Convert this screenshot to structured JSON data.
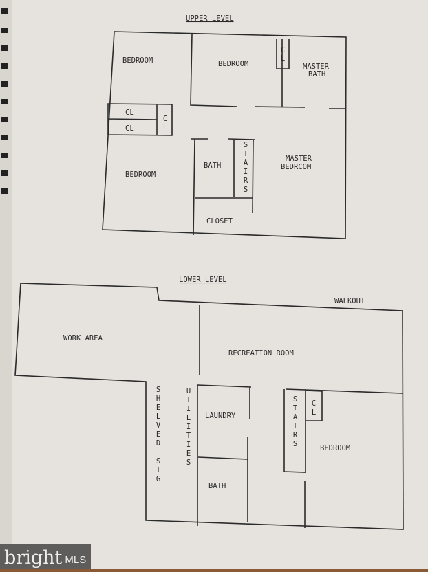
{
  "upper_level": {
    "title": "UPPER LEVEL",
    "rooms": {
      "bedroom_nw": "BEDROOM",
      "bedroom_n": "BEDROOM",
      "closet_n": [
        "C",
        "L"
      ],
      "master_bath": [
        "MASTER",
        "BATH"
      ],
      "closet_1": "CL",
      "closet_2": "CL",
      "closet_3": [
        "C",
        "L"
      ],
      "bedroom_sw": "BEDROOM",
      "bath": "BATH",
      "stairs": [
        "S",
        "T",
        "A",
        "I",
        "R",
        "S"
      ],
      "master_bedroom": [
        "MASTER",
        "BEDRCOM"
      ],
      "closet": "CLOSET"
    }
  },
  "lower_level": {
    "title": "LOWER LEVEL",
    "walkout": "WALKOUT",
    "rooms": {
      "work_area": "WORK AREA",
      "recreation_room": "RECREATION ROOM",
      "shelved_storage": [
        "S",
        "H",
        "E",
        "L",
        "V",
        "E",
        "D",
        "",
        "S",
        "T",
        "G"
      ],
      "utilities": [
        "U",
        "T",
        "I",
        "L",
        "I",
        "T",
        "I",
        "E",
        "S"
      ],
      "laundry": "LAUNDRY",
      "stairs": [
        "S",
        "T",
        "A",
        "I",
        "R",
        "S"
      ],
      "closet": [
        "C",
        "L"
      ],
      "bedroom": "BEDROOM",
      "bath": "BATH"
    }
  },
  "watermark": {
    "brand": "bright",
    "suffix": "MLS"
  }
}
